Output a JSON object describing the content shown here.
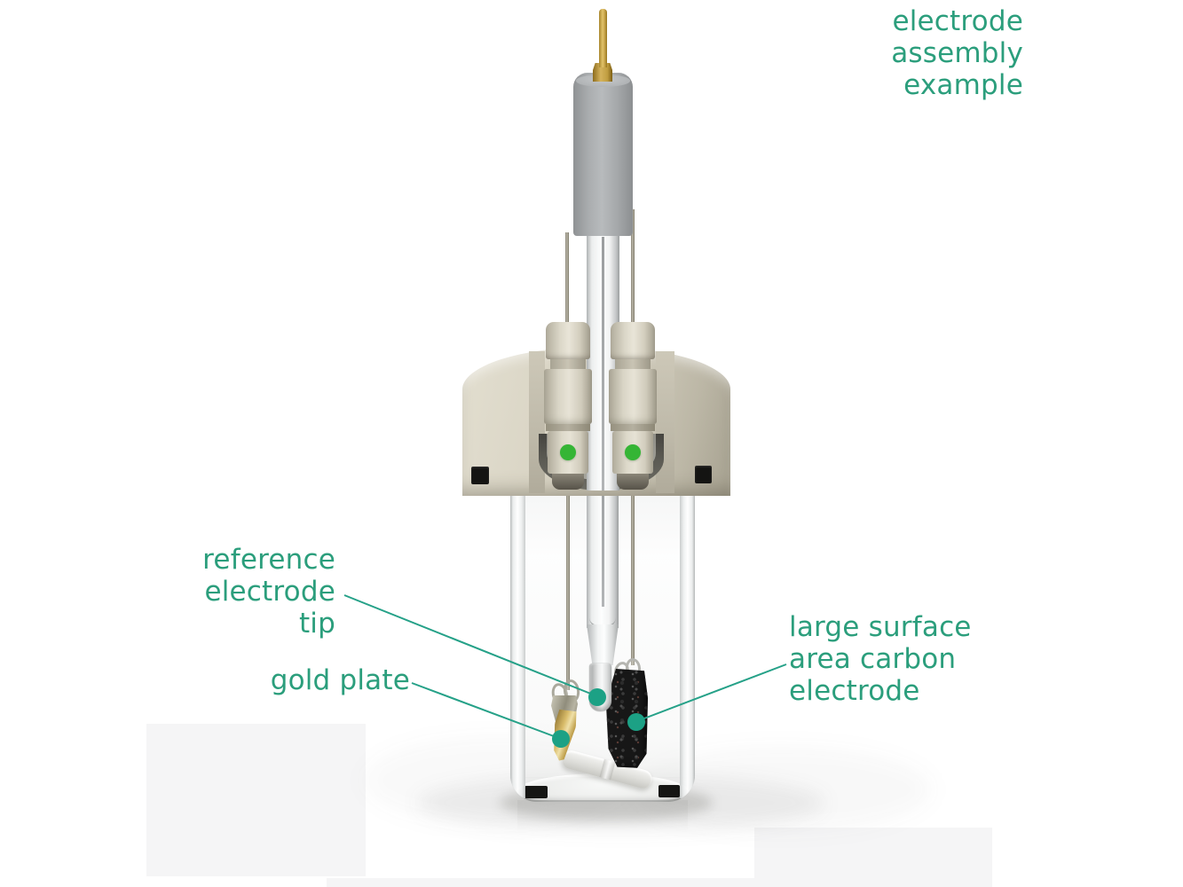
{
  "title": {
    "line1": "electrode",
    "line2": "assembly",
    "line3": "example"
  },
  "labels": {
    "reference_tip": {
      "line1": "reference",
      "line2": "electrode",
      "line3": "tip"
    },
    "gold_plate": {
      "line1": "gold plate"
    },
    "carbon_electrode": {
      "line1": "large surface",
      "line2": "area carbon",
      "line3": "electrode"
    }
  },
  "colors": {
    "annotation_teal_text": "#2b9e7c",
    "leader_line_teal": "#25a188",
    "marker_dot_teal": "#1ca185",
    "port_dot_green": "#35b535",
    "cap_beige": "#d8d3c3",
    "electrode_body_gray": "#a9acae",
    "pin_gold": "#c8a54b",
    "gold_plate_gold": "#d9bc6a",
    "carbon_black": "#171717",
    "background": "#ffffff"
  }
}
